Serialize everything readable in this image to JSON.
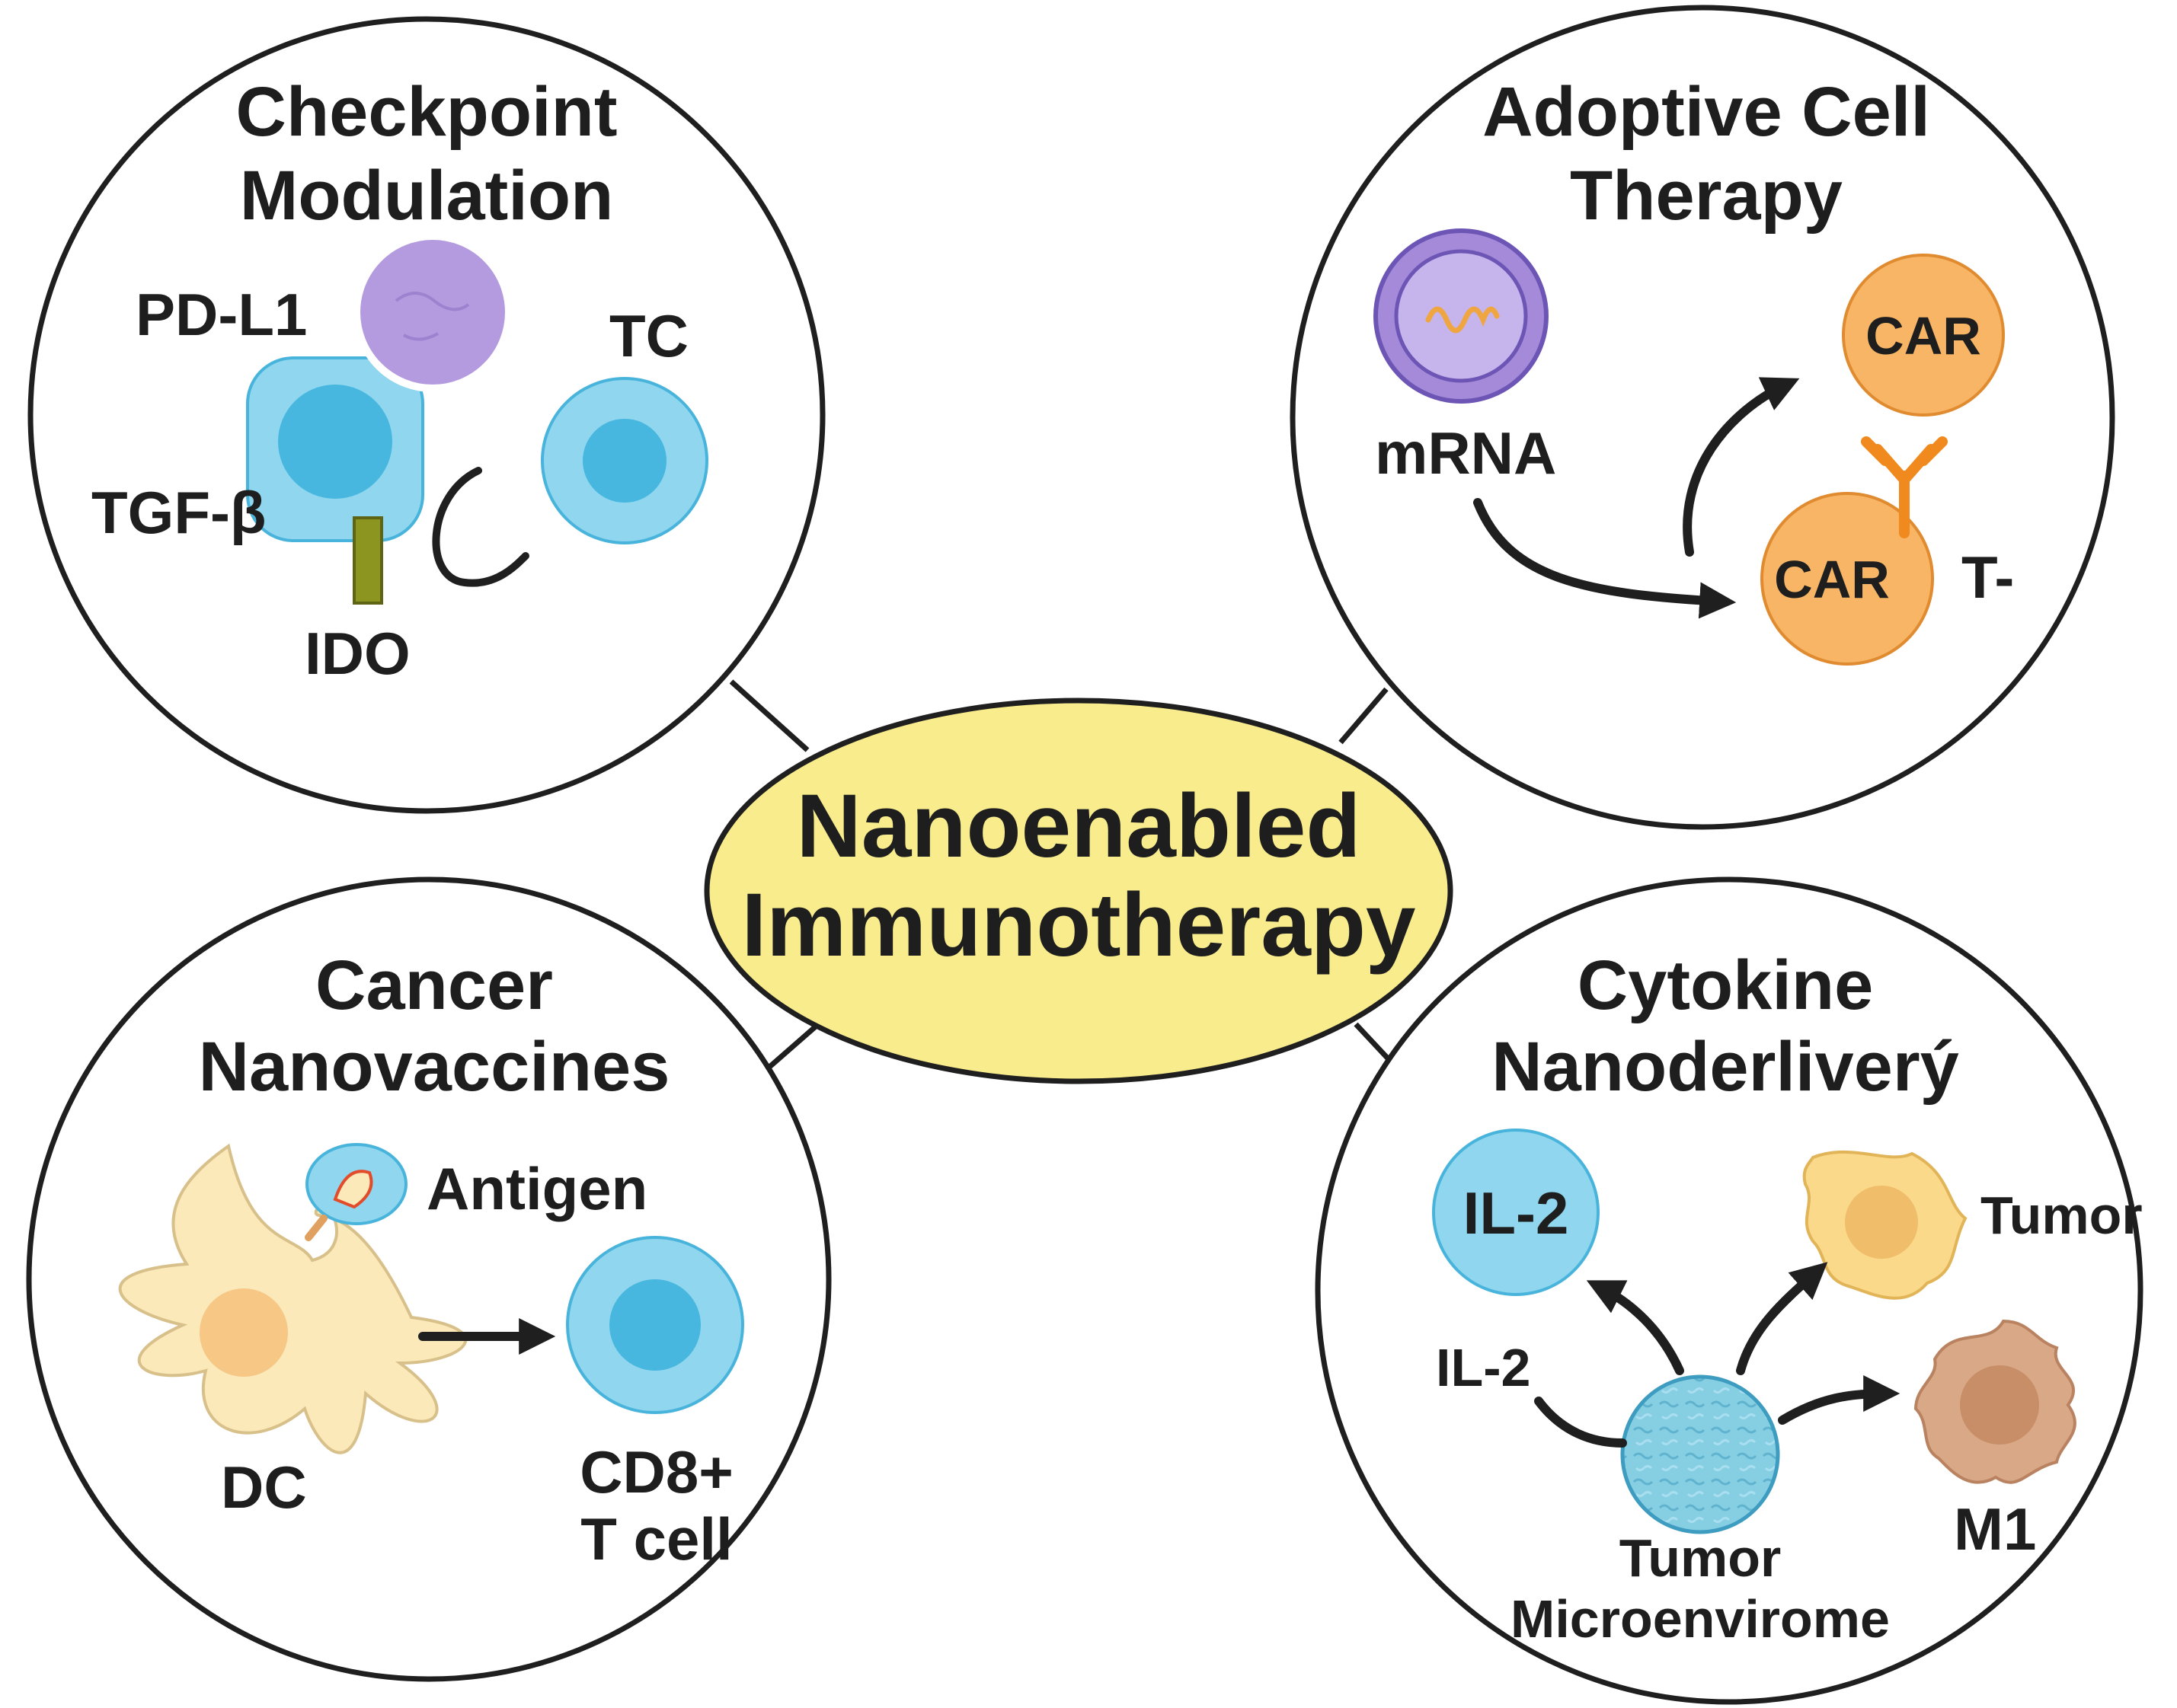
{
  "center": {
    "line1": "Nanoenabled",
    "line2": "Immunotherapy",
    "fill": "#f8ec8c"
  },
  "checkpoint": {
    "title1": "Checkpoint",
    "title2": "Modulation",
    "pdl1": "PD-L1",
    "tc": "TC",
    "tgfb": "TGF-β",
    "ido": "IDO"
  },
  "adoptive": {
    "title1": "Adoptive Cell",
    "title2": "Therapy",
    "mrna": "mRNA",
    "car_top": "CAR",
    "car_bottom": "CAR",
    "t_dash": "T-"
  },
  "vaccines": {
    "title1": "Cancer",
    "title2": "Nanovaccines",
    "antigen": "Antigen",
    "dc": "DC",
    "cd8_line1": "CD8+",
    "cd8_line2": "T cell"
  },
  "cytokine": {
    "title1": "Cytokine",
    "title2": "Nanoderliverý",
    "il2_cell": "IL-2",
    "il2_label": "IL-2",
    "tumor": "Tumor",
    "m1": "M1",
    "tme_line1": "Tumor",
    "tme_line2": "Microenvirome"
  },
  "colors": {
    "blue_cell": "#8fd6ee",
    "blue_nucleus": "#47b7e0",
    "purple": "#b49be0",
    "orange_car": "#f7b565",
    "orange_antibody": "#f08a1e",
    "dc_body": "#fbe9b9",
    "dc_nucleus": "#f6c785",
    "tumor_yellow": "#fbd98a",
    "m1_tan": "#d9a886",
    "ido_green": "#8c951f"
  }
}
